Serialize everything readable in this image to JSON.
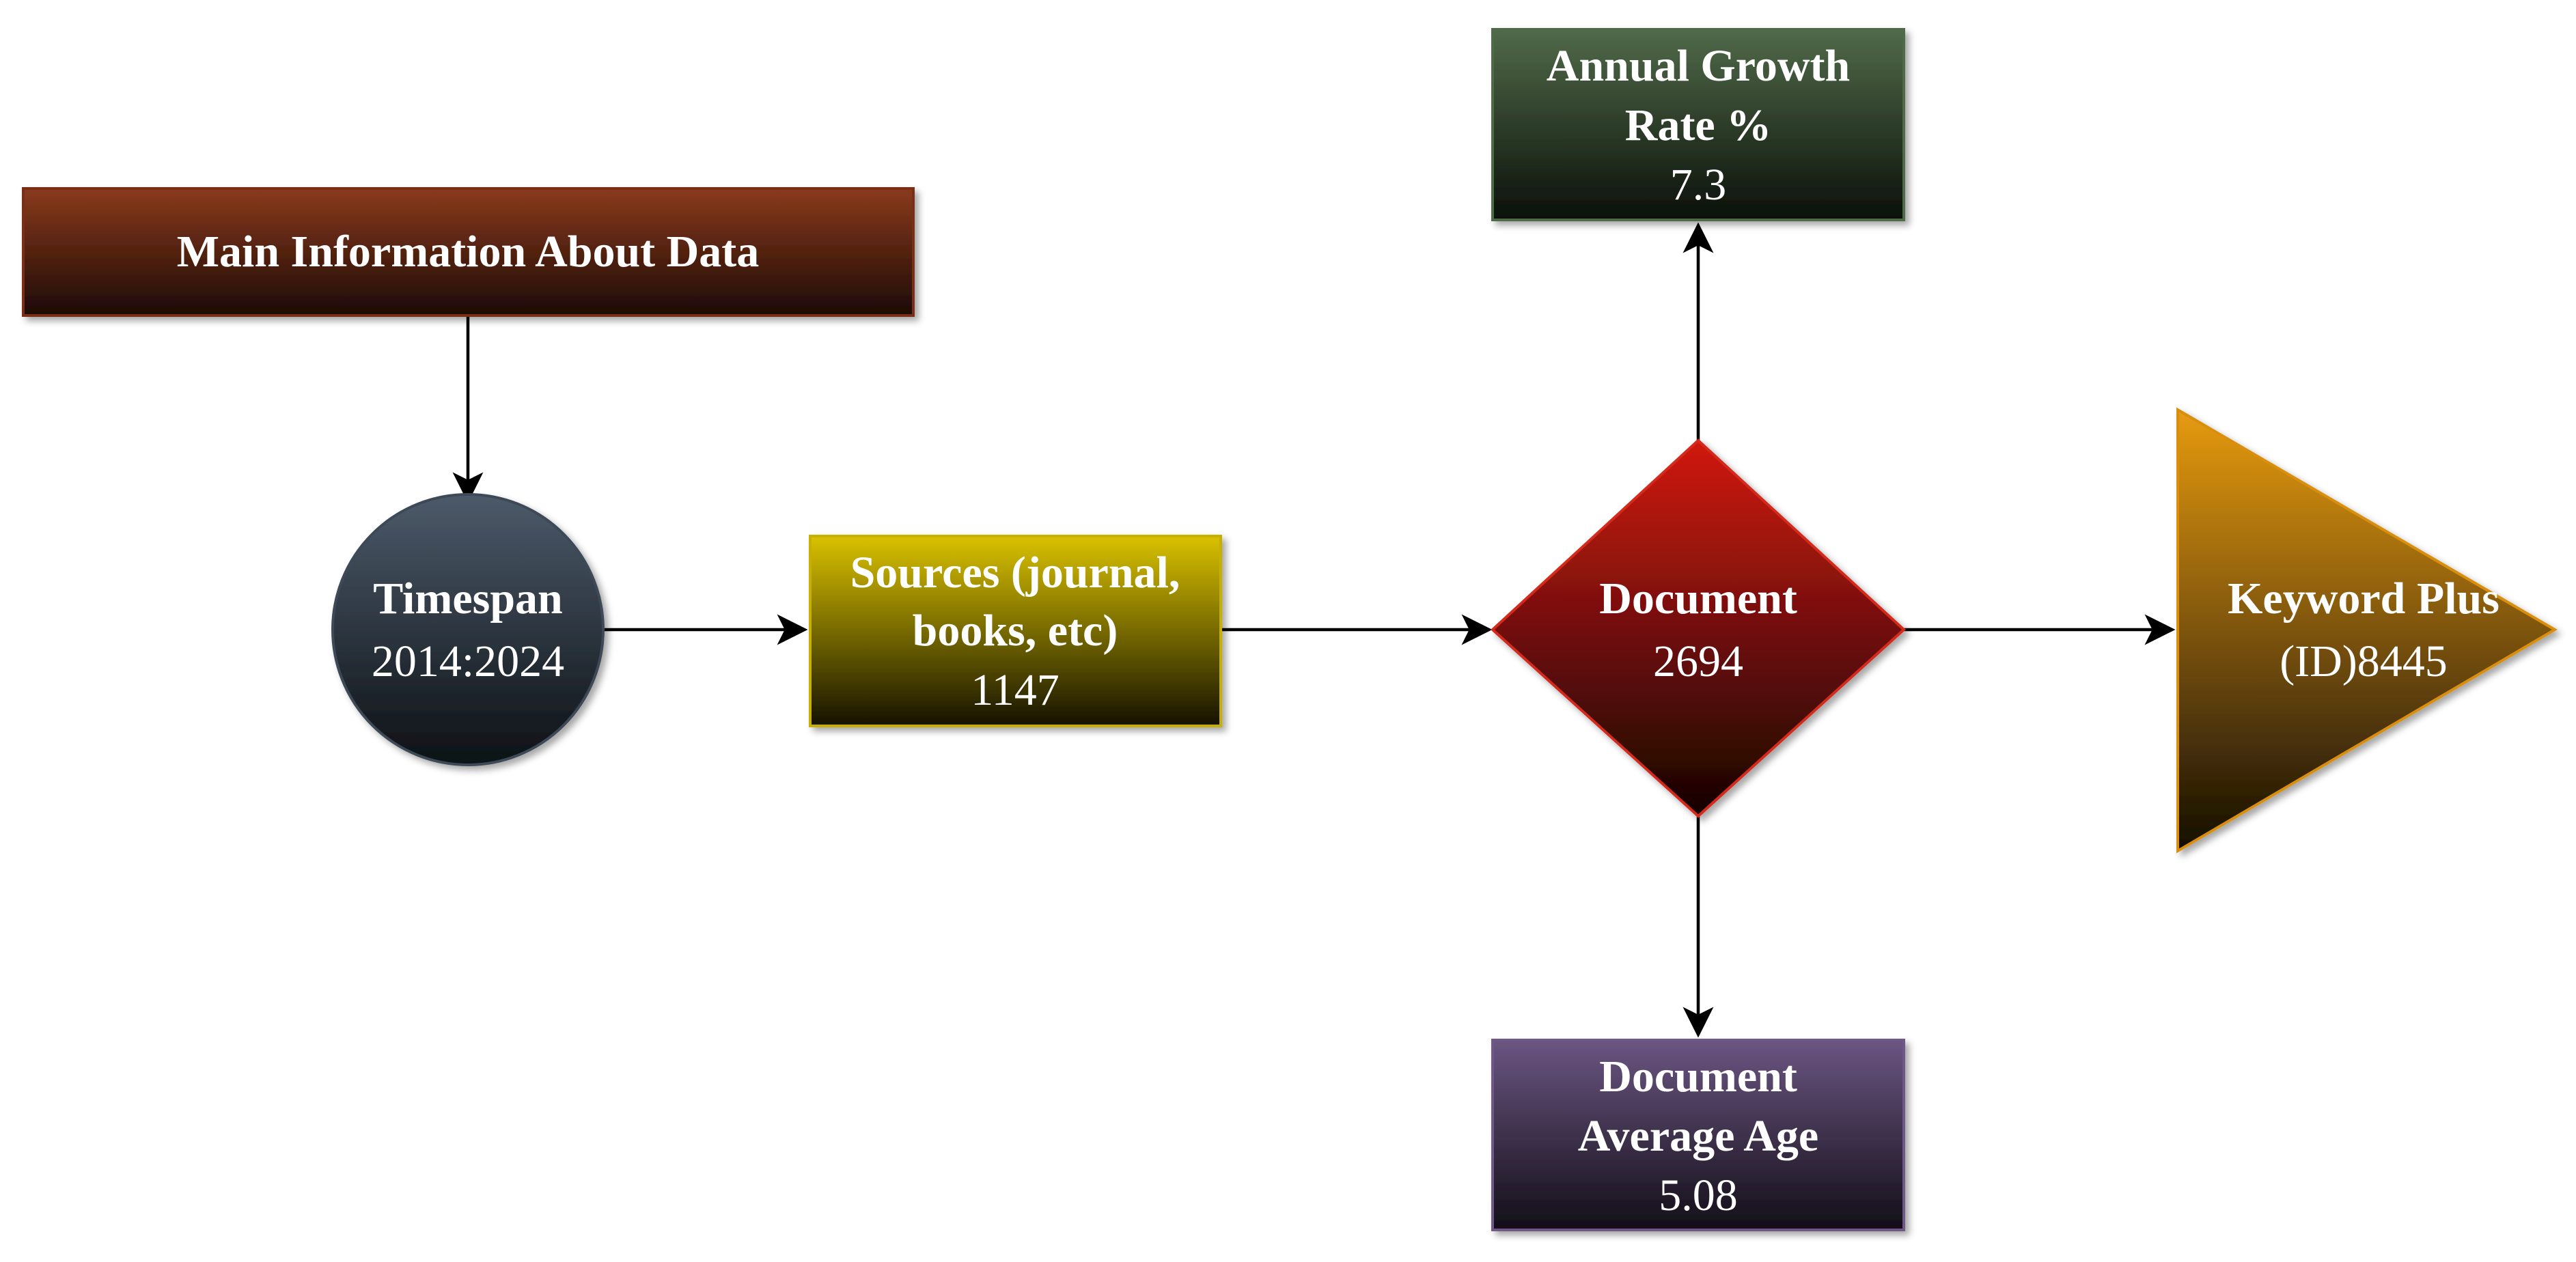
{
  "diagram": {
    "main_info": {
      "label": "Main Information About Data"
    },
    "timespan": {
      "label": "Timespan",
      "value": "2014:2024"
    },
    "sources": {
      "line1": "Sources (journal,",
      "line2": "books, etc)",
      "value": "1147"
    },
    "document": {
      "label": "Document",
      "value": "2694"
    },
    "growth": {
      "line1": "Annual Growth",
      "line2": "Rate %",
      "value": "7.3"
    },
    "avg_age": {
      "line1": "Document",
      "line2": "Average Age",
      "value": "5.08"
    },
    "keyword": {
      "line1": "Keyword Plus",
      "line2": "(ID)8445"
    }
  },
  "colors": {
    "main_info_top": "#8a3a1c",
    "main_info_bottom": "#1c0a05",
    "timespan_top": "#4c5a6a",
    "timespan_bottom": "#0d1115",
    "sources_top": "#d9c100",
    "sources_bottom": "#151203",
    "document_top": "#d11a0b",
    "document_bottom": "#140405",
    "growth_top": "#506a49",
    "growth_bottom": "#0b100a",
    "avg_age_top": "#6a5581",
    "avg_age_bottom": "#120e17",
    "keyword_top": "#e79b12",
    "keyword_bottom": "#140e04"
  }
}
